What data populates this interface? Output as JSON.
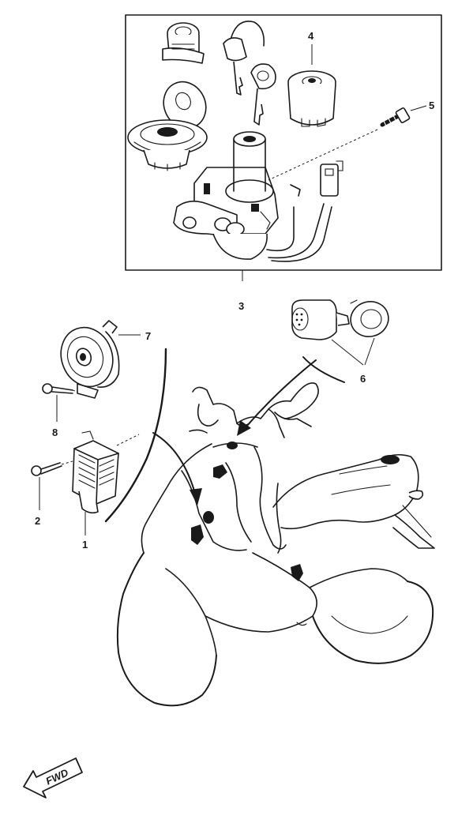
{
  "callouts": [
    {
      "id": "1",
      "label": "1"
    },
    {
      "id": "2",
      "label": "2"
    },
    {
      "id": "3",
      "label": "3"
    },
    {
      "id": "4",
      "label": "4"
    },
    {
      "id": "5",
      "label": "5"
    },
    {
      "id": "6",
      "label": "6"
    },
    {
      "id": "7",
      "label": "7"
    },
    {
      "id": "8",
      "label": "8"
    }
  ],
  "direction_marker": {
    "label": "FWD"
  }
}
